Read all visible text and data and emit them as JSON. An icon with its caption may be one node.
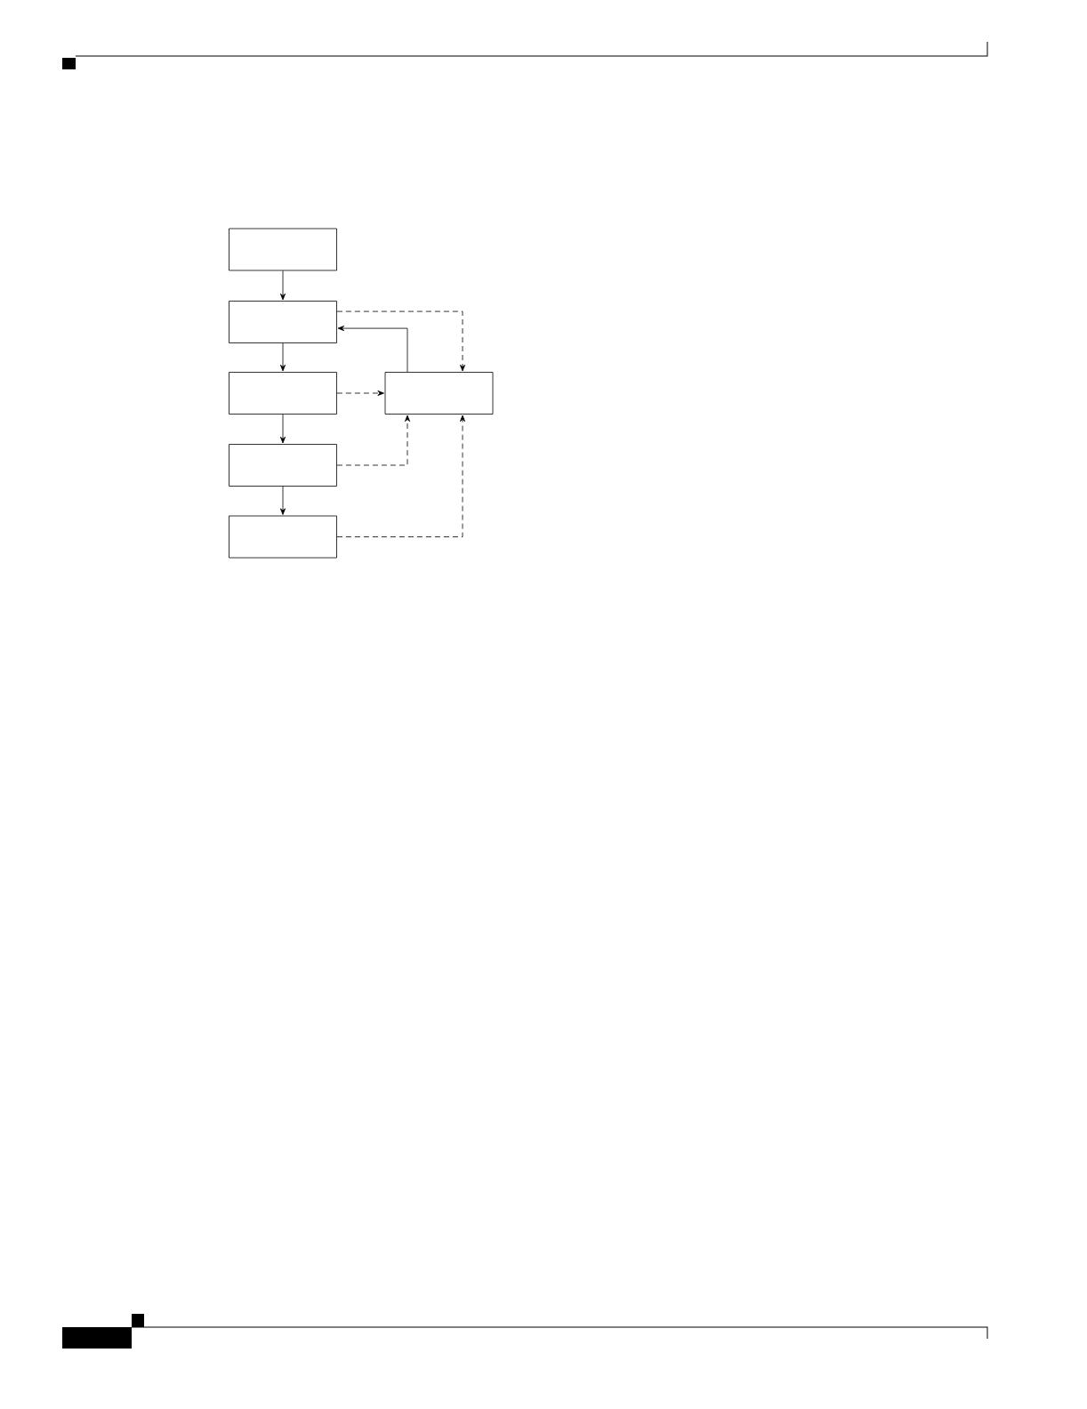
{
  "diagram": {
    "nodes": [
      {
        "text": [],
        "shape": "box"
      },
      {
        "text": [],
        "shape": "box"
      },
      {
        "text": [],
        "shape": "box"
      },
      {
        "text": [],
        "shape": "box"
      },
      {
        "text": [],
        "shape": "box"
      },
      {
        "text": [],
        "shape": "box"
      }
    ],
    "edges": [
      {
        "from": 0,
        "to": 1,
        "arrow": "to"
      },
      {
        "from": 1,
        "to": 2,
        "arrow": "to"
      },
      {
        "from": 2,
        "to": 3,
        "arrow": "to"
      },
      {
        "from": 3,
        "to": 4,
        "arrow": "to"
      },
      {
        "from": 5,
        "to": 1,
        "arrow": "to"
      },
      {
        "from": 1,
        "to": 5,
        "arrow": "to",
        "style": "dashed"
      },
      {
        "from": 2,
        "to": 5,
        "arrow": "to",
        "style": "dashed"
      },
      {
        "from": 3,
        "to": 5,
        "arrow": "to",
        "style": "dashed"
      },
      {
        "from": 4,
        "to": 5,
        "arrow": "to",
        "style": "dashed"
      }
    ]
  }
}
